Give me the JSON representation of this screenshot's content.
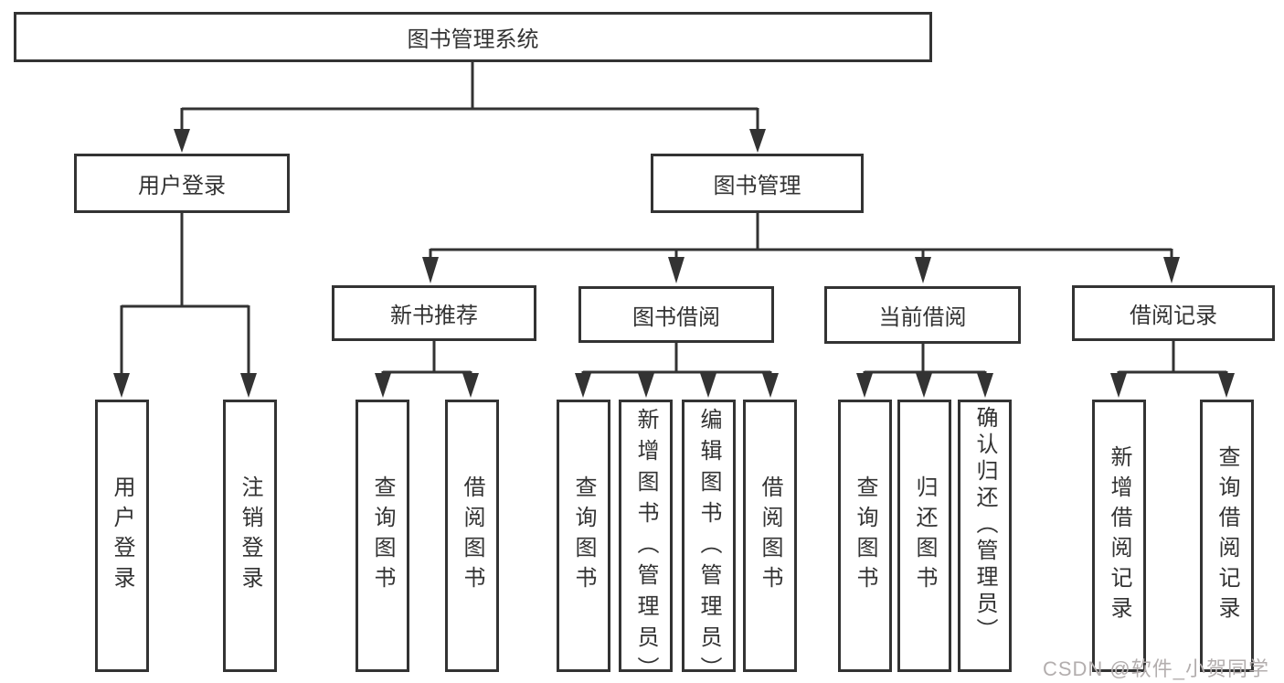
{
  "diagram": {
    "title": "图书管理系统",
    "root": {
      "label": "图书管理系统"
    },
    "level1": [
      {
        "id": "login",
        "label": "用户登录"
      },
      {
        "id": "mgmt",
        "label": "图书管理"
      }
    ],
    "level2": [
      {
        "id": "newbook",
        "label": "新书推荐"
      },
      {
        "id": "borrow",
        "label": "图书借阅"
      },
      {
        "id": "current",
        "label": "当前借阅"
      },
      {
        "id": "records",
        "label": "借阅记录"
      }
    ],
    "leaves": {
      "login": [
        {
          "label": "用户登录"
        },
        {
          "label": "注销登录"
        }
      ],
      "newbook": [
        {
          "label": "查询图书"
        },
        {
          "label": "借阅图书"
        }
      ],
      "borrow": [
        {
          "label": "查询图书"
        },
        {
          "label": "新增图书（管理员）"
        },
        {
          "label": "编辑图书（管理员）"
        },
        {
          "label": "借阅图书"
        }
      ],
      "current": [
        {
          "label": "查询图书"
        },
        {
          "label": "归还图书"
        },
        {
          "label": "确认归还（管理员）"
        }
      ],
      "records": [
        {
          "label": "新增借阅记录"
        },
        {
          "label": "查询借阅记录"
        }
      ]
    },
    "colors": {
      "line": "#333333",
      "text": "#333333",
      "box_fill": "#ffffff",
      "background": "#ffffff",
      "watermark": "#b3aeae"
    }
  },
  "watermark": {
    "text": "CSDN @软件_小贺同学"
  }
}
